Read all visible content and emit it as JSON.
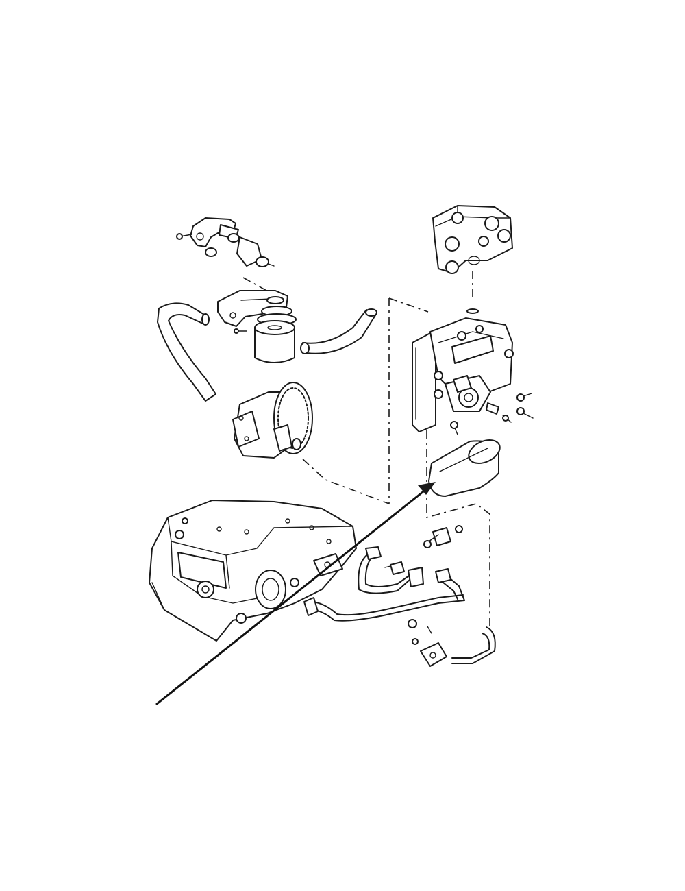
{
  "diagram": {
    "subject": "exploded-parts-view",
    "highlighted_part": "hydraulic-filter-canister",
    "colors": {
      "line": "#1a1a1a",
      "background": "#ffffff"
    },
    "components": [
      {
        "id": "outlet-elbow-pipe",
        "icon": "elbow-pipe-icon"
      },
      {
        "id": "filter-head",
        "icon": "filter-head-icon"
      },
      {
        "id": "spin-on-filter-left",
        "icon": "filter-canister-icon"
      },
      {
        "id": "suction-hose-left",
        "icon": "hose-icon"
      },
      {
        "id": "return-hose",
        "icon": "hose-icon"
      },
      {
        "id": "hydraulic-pump",
        "icon": "gear-pump-icon"
      },
      {
        "id": "control-valve-block",
        "icon": "valve-block-icon"
      },
      {
        "id": "valve-body-with-gasket",
        "icon": "valve-body-icon"
      },
      {
        "id": "hydraulic-filter-canister",
        "icon": "filter-canister-icon"
      },
      {
        "id": "lift-cover-housing",
        "icon": "housing-icon"
      },
      {
        "id": "pressure-pipes",
        "icon": "pipe-icon"
      },
      {
        "id": "clip-bracket",
        "icon": "bracket-icon"
      }
    ]
  }
}
